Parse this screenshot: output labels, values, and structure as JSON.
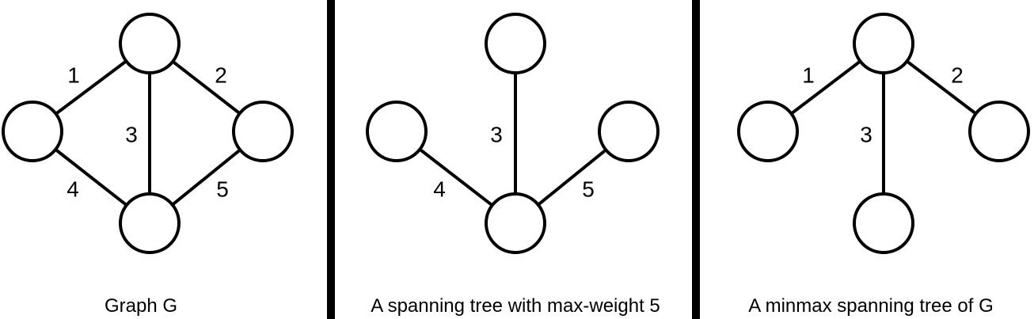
{
  "panels": [
    {
      "id": "graph-g",
      "caption": "Graph G",
      "edges": [
        {
          "from": "top",
          "to": "left",
          "weight": "1"
        },
        {
          "from": "top",
          "to": "right",
          "weight": "2"
        },
        {
          "from": "top",
          "to": "bottom",
          "weight": "3"
        },
        {
          "from": "left",
          "to": "bottom",
          "weight": "4"
        },
        {
          "from": "right",
          "to": "bottom",
          "weight": "5"
        }
      ]
    },
    {
      "id": "spanning-tree-max-5",
      "caption": "A spanning tree with max-weight 5",
      "edges": [
        {
          "from": "top",
          "to": "bottom",
          "weight": "3"
        },
        {
          "from": "left",
          "to": "bottom",
          "weight": "4"
        },
        {
          "from": "right",
          "to": "bottom",
          "weight": "5"
        }
      ]
    },
    {
      "id": "minmax-spanning-tree",
      "caption": "A minmax spanning tree of G",
      "edges": [
        {
          "from": "top",
          "to": "left",
          "weight": "1"
        },
        {
          "from": "top",
          "to": "right",
          "weight": "2"
        },
        {
          "from": "top",
          "to": "bottom",
          "weight": "3"
        }
      ]
    }
  ]
}
